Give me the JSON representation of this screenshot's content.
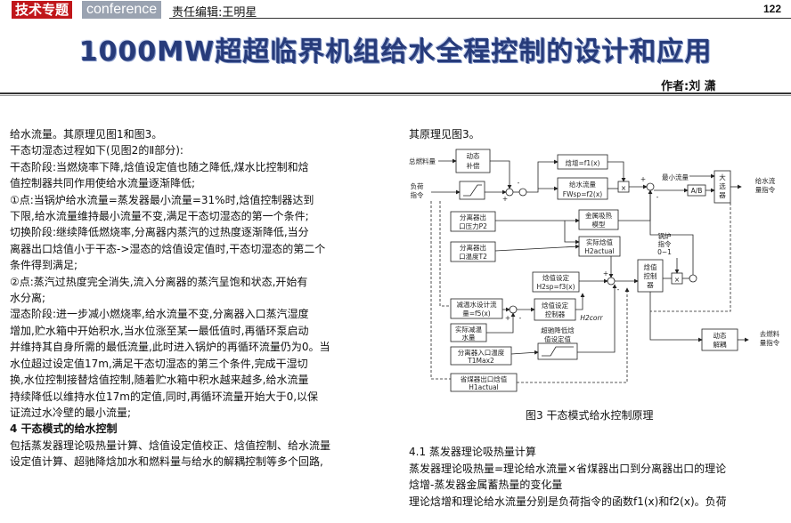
{
  "header": {
    "tag_left": "技术专题",
    "tag_right": "conference",
    "editor": "责任编辑:王明星",
    "page_number": "122"
  },
  "title": "1000MW超超临界机组给水全程控制的设计和应用",
  "author": "作者:刘 潇",
  "left_column": [
    "给水流量。其原理见图1和图3。",
    "干态切湿态过程如下(见图2的Ⅱ部分):",
    "干态阶段:当燃烧率下降,焓值设定值也随之降低,煤水比控制和焓",
    "值控制器共同作用使给水流量逐渐降低;",
    "①点:当锅炉给水流量=蒸发器最小流量=31%时,焓值控制器达到",
    "下限,给水流量维持最小流量不变,满足干态切湿态的第一个条件;",
    "切换阶段:继续降低燃烧率,分离器内蒸汽的过热度逐渐降低,当分",
    "离器出口焓值小于干态->湿态的焓值设定值时,干态切湿态的第二个",
    "条件得到满足;",
    "②点:蒸汽过热度完全消失,流入分离器的蒸汽呈饱和状态,开始有",
    "水分离;",
    "湿态阶段:进一步减小燃烧率,给水流量不变,分离器入口蒸汽湿度",
    "增加,贮水箱中开始积水,当水位涨至某一最低值时,再循环泵启动",
    "并维持其自身所需的最低流量,此时进入锅炉的再循环流量仍为0。当",
    "水位超过设定值17m,满足干态切湿态的第三个条件,完成干湿切",
    "换,水位控制接替焓值控制,随着贮水箱中积水越来越多,给水流量",
    "持续降低以维持水位17m的定值,同时,再循环流量开始大于0,以保",
    "证流过水冷壁的最小流量;"
  ],
  "section4": {
    "heading": "4 干态模式的给水控制",
    "lines": [
      "包括蒸发器理论吸热量计算、焓值设定值校正、焓值控制、给水流量",
      "设定值计算、超驰降焓加水和燃料量与给水的解耦控制等多个回路,"
    ]
  },
  "right_top": "其原理见图3。",
  "figure": {
    "caption": "图3 干态模式给水控制原理",
    "labels": {
      "fuel": "总燃料量",
      "load": "负荷",
      "cmd": "指令",
      "dyn_comp1": "动态",
      "dyn_comp2": "补偿",
      "enth_rise": "焓增=f1(x)",
      "fw1": "给水流量",
      "fw2": "FWsp=f2(x)",
      "min_flow": "最小流量",
      "big1": "大",
      "big2": "选",
      "big3": "器",
      "fw_sp1": "给水流",
      "fw_sp2": "量指令",
      "ab": "A/B",
      "sep_p1": "分离器出",
      "sep_p2": "口压力P2",
      "metal1": "金属吸热",
      "metal2": "模型",
      "sep_t1": "分离器出",
      "sep_t2": "口温度T2",
      "actual_h1": "实际焓值",
      "actual_h2": "H2actual",
      "boiler1": "锅炉",
      "boiler2": "指令",
      "boiler3": "0~1",
      "hsp1": "焓值设定",
      "hsp2": "H2sp=f3(x)",
      "hc1": "焓值",
      "hc2": "控制",
      "hc3": "器",
      "dsh1": "减温水设计流",
      "dsh2": "量=f5(x)",
      "hsc1": "焓值设定",
      "hsc2": "控制器",
      "h2corr": "H2corr",
      "act_dsh1": "实际减温",
      "act_dsh2": "水量",
      "override1": "超驰降低焓",
      "override2": "值设定值",
      "sep_in1": "分离器入口温度",
      "sep_in2": "T1Max2",
      "econ1": "省煤器出口焓值",
      "econ2": "H1actual",
      "dec1": "动态",
      "dec2": "解耦",
      "fuel_out1": "去燃料",
      "fuel_out2": "量指令",
      "sign_minus": "-",
      "sign_plus": "+",
      "times": "×"
    }
  },
  "section41": {
    "heading": "4.1 蒸发器理论吸热量计算",
    "lines": [
      "蒸发器理论吸热量=理论给水流量×省煤器出口到分离器出口的理论",
      "焓增-蒸发器金属蓄热量的变化量",
      "理论焓增和理论给水流量分别是负荷指令的函数f1(x)和f2(x)。负荷"
    ]
  },
  "colors": {
    "tag_red": "#c0161a",
    "tag_gray": "#9aa3b1",
    "title_blue": "#273b7a"
  }
}
